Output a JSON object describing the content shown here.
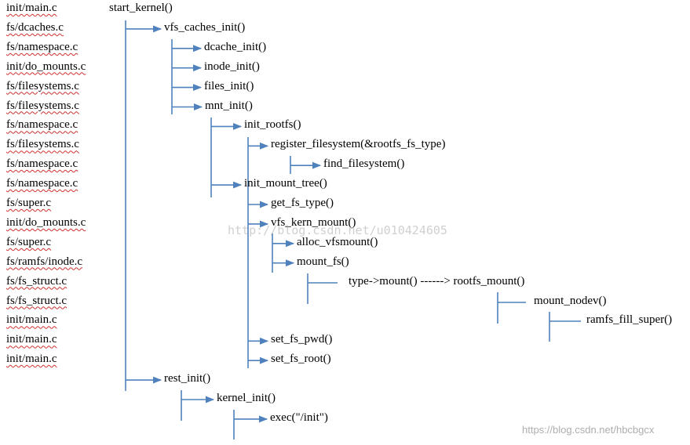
{
  "files": [
    "init/main.c",
    "fs/dcaches.c",
    "fs/namespace.c",
    "init/do_mounts.c",
    "fs/filesystems.c",
    "fs/filesystems.c",
    "fs/namespace.c",
    "fs/filesystems.c",
    "fs/namespace.c",
    "fs/namespace.c",
    "fs/super.c",
    "init/do_mounts.c",
    "fs/super.c",
    "fs/ramfs/inode.c",
    "fs/fs_struct.c",
    "fs/fs_struct.c",
    "init/main.c",
    "init/main.c",
    "init/main.c"
  ],
  "functions": [
    "start_kernel()",
    "vfs_caches_init()",
    "dcache_init()",
    "inode_init()",
    "files_init()",
    "mnt_init()",
    "init_rootfs()",
    "register_filesystem(&rootfs_fs_type)",
    "find_filesystem()",
    "init_mount_tree()",
    "get_fs_type()",
    "vfs_kern_mount()",
    "alloc_vfsmount()",
    "mount_fs()",
    "type->mount() ------> rootfs_mount()",
    "mount_nodev()",
    "ramfs_fill_super()",
    "set_fs_pwd()",
    "set_fs_root()",
    "rest_init()",
    "kernel_init()",
    "exec(\"/init\")"
  ],
  "watermarks": {
    "center": "http://blog.csdn.net/u010424605",
    "corner": "https://blog.csdn.net/hbcbgcx"
  },
  "colors": {
    "connector": "#4f81bd",
    "text": "#000000",
    "spellcheck": "#d03030"
  }
}
